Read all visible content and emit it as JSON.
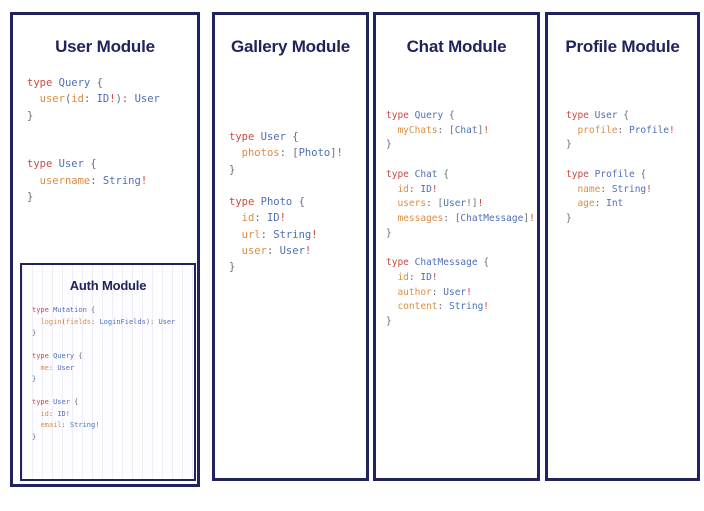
{
  "diagram": {
    "title_color": "#20235c",
    "panel_border_color": "#20235c",
    "background_color": "#ffffff",
    "syntax_colors": {
      "keyword": "#c94a42",
      "type_name": "#4f6fb8",
      "field_name": "#dd8d43",
      "punctuation": "#6a6d75",
      "non_null": "#c94a42"
    }
  },
  "panels": {
    "user": {
      "title": "User Module",
      "code": "type Query {\n  user(id: ID!): User\n}\n\n\ntype User {\n  username: String!\n}"
    },
    "auth": {
      "title": "Auth Module",
      "code": "type Mutation {\n  login(fields: LoginFields): User\n}\n\ntype Query {\n  me: User\n}\n\ntype User {\n  id: ID!\n  email: String!\n}"
    },
    "gallery": {
      "title": "Gallery Module",
      "code": "type User {\n  photos: [Photo]!\n}\n\ntype Photo {\n  id: ID!\n  url: String!\n  user: User!\n}"
    },
    "chat": {
      "title": "Chat Module",
      "code": "type Query {\n  myChats: [Chat]!\n}\n\ntype Chat {\n  id: ID!\n  users: [User!]!\n  messages: [ChatMessage]!\n}\n\ntype ChatMessage {\n  id: ID!\n  author: User!\n  content: String!\n}"
    },
    "profile": {
      "title": "Profile Module",
      "code": "type User {\n  profile: Profile!\n}\n\ntype Profile {\n  name: String!\n  age: Int\n}"
    }
  }
}
